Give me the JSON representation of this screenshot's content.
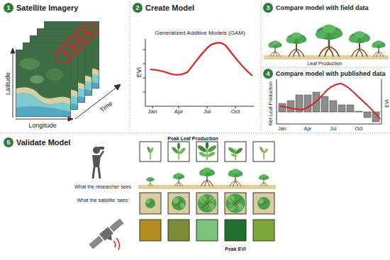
{
  "diagram": {
    "nodes": [
      {
        "text": [
          "1",
          "Satellite Imagery"
        ]
      },
      {
        "text": [
          "2",
          "Create Model"
        ]
      },
      {
        "text": [
          "3",
          "Compare model with field data"
        ]
      },
      {
        "text": [
          "4",
          "Compare model with published data"
        ]
      },
      {
        "text": [
          "5",
          "Validate Model"
        ]
      }
    ],
    "labels": [
      "Latitude",
      "Longitude",
      "Time",
      "Generalized Additive Models (GAM)",
      "EVI",
      "Jan",
      "Apr",
      "Jul",
      "Oct",
      "Leaf Production",
      "Net Leaf Production",
      "EVI",
      "Jan",
      "Apr",
      "Jul",
      "Oct",
      "Peak Leaf Production",
      "What the researcher sees",
      "What the satellite 'sees'",
      "Peak EVI"
    ]
  }
}
